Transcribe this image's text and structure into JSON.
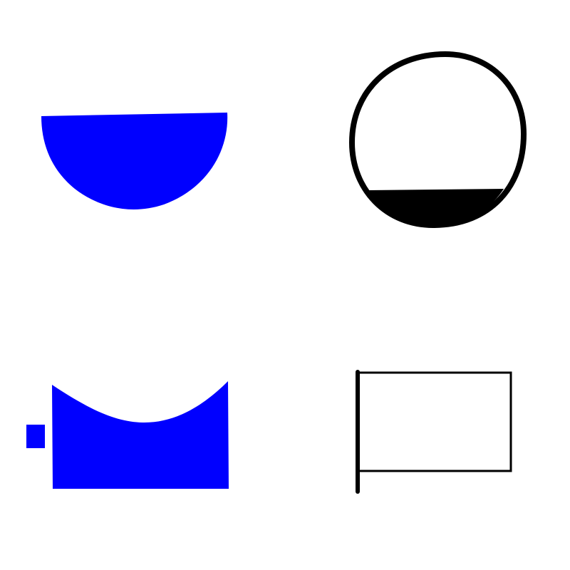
{
  "colors": {
    "background": "#ffffff",
    "blue": "#0000ff",
    "black": "#000000"
  },
  "shapes": [
    {
      "id": "blue-half-disc",
      "fill_color": "#0000ff"
    },
    {
      "id": "circle-with-filled-bottom-segment",
      "stroke_color": "#000000",
      "fill_color": "#000000"
    },
    {
      "id": "blue-block-with-curved-top",
      "fill_color": "#0000ff"
    },
    {
      "id": "blue-small-square",
      "fill_color": "#0000ff"
    },
    {
      "id": "flag-outline",
      "stroke_color": "#000000"
    }
  ]
}
